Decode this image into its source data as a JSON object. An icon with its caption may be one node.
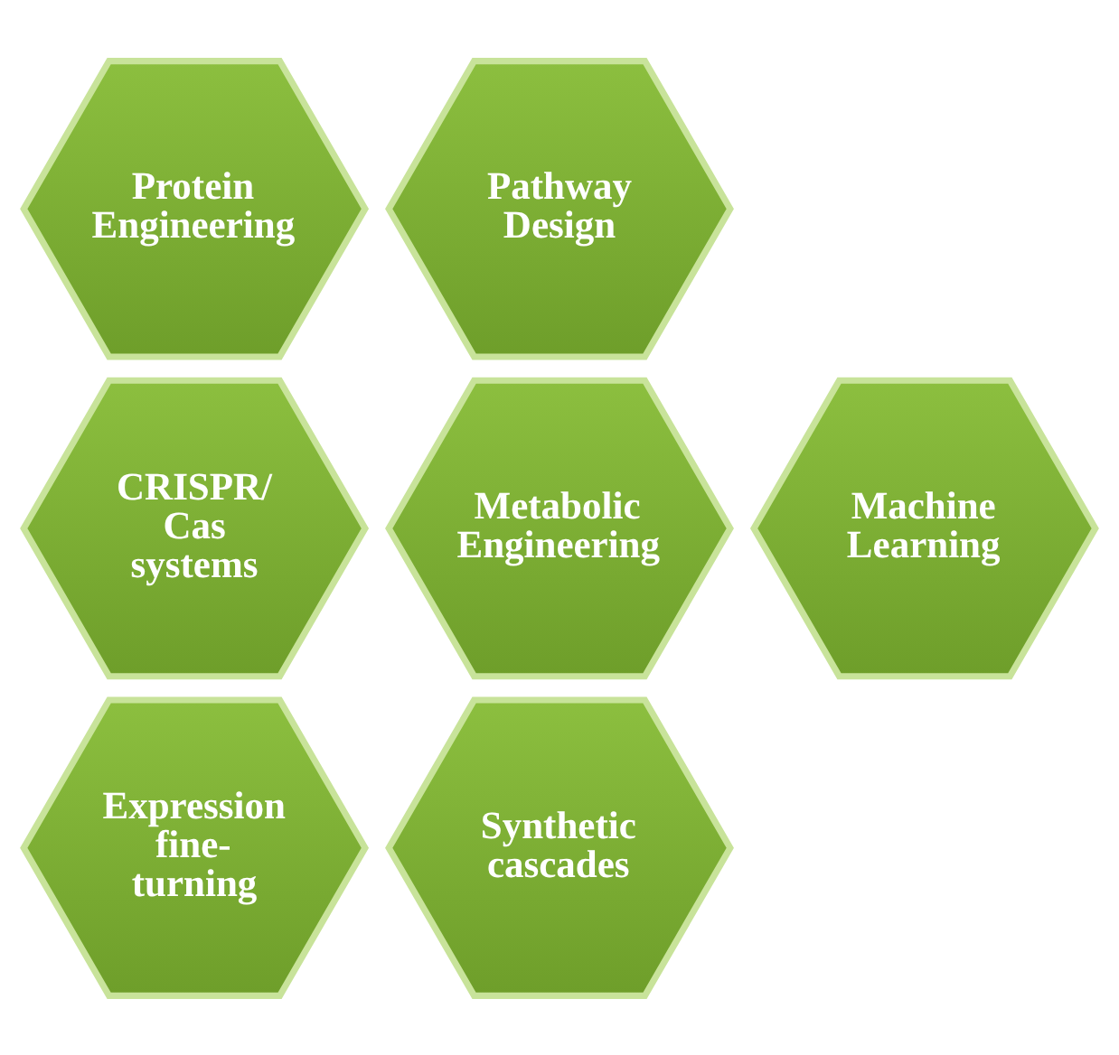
{
  "diagram": {
    "nodes": [
      {
        "text": [
          "Protein Engineering"
        ]
      },
      {
        "text": [
          "Pathway Design"
        ]
      },
      {
        "text": [
          "CRISPR/ Cas systems"
        ]
      },
      {
        "text": [
          "Metabolic Engineering"
        ]
      },
      {
        "text": [
          "Machine Learning"
        ]
      },
      {
        "text": [
          "Expression fine- turning"
        ]
      },
      {
        "text": [
          "Synthetic cascades"
        ]
      }
    ]
  }
}
